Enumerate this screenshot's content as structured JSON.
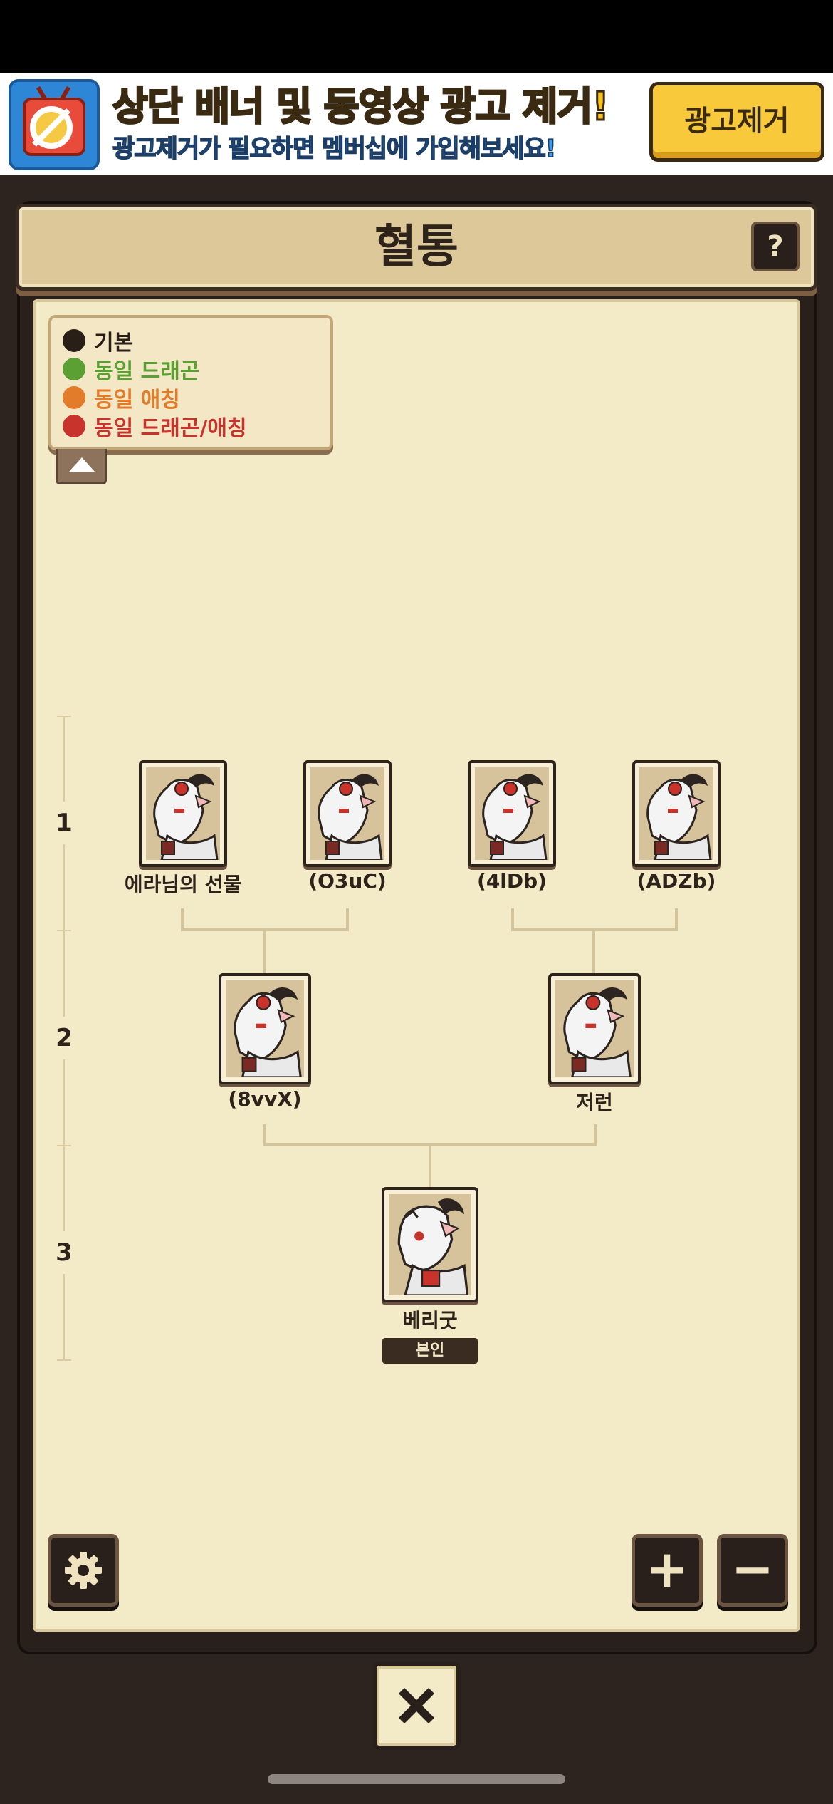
{
  "ad": {
    "title": "상단 배너 및 동영상 광고 제거!",
    "subtitle": "광고제거가 필요하면 멤버십에 가입해보세요!",
    "button_label": "광고제거",
    "logo_icon": "no-ads-tv-icon"
  },
  "header": {
    "title": "혈통",
    "help_label": "?"
  },
  "legend": {
    "items": [
      {
        "label": "기본",
        "color": "#2a1f17"
      },
      {
        "label": "동일 드래곤",
        "color": "#5aa032"
      },
      {
        "label": "동일 애칭",
        "color": "#e27c2a"
      },
      {
        "label": "동일 드래곤/애칭",
        "color": "#c8332b"
      }
    ],
    "toggle_icon": "chevron-up-icon"
  },
  "generations": [
    "1",
    "2",
    "3"
  ],
  "tree": {
    "gen1": [
      {
        "name": "에라님의 선물"
      },
      {
        "name": "(O3uC)"
      },
      {
        "name": "(4lDb)"
      },
      {
        "name": "(ADZb)"
      }
    ],
    "gen2": [
      {
        "name": "(8vvX)"
      },
      {
        "name": "저런"
      }
    ],
    "gen3": [
      {
        "name": "베리굿",
        "badge": "본인"
      }
    ]
  },
  "controls": {
    "settings_icon": "gear-icon",
    "zoom_in_label": "+",
    "zoom_out_label": "−",
    "close_icon": "close-icon"
  }
}
